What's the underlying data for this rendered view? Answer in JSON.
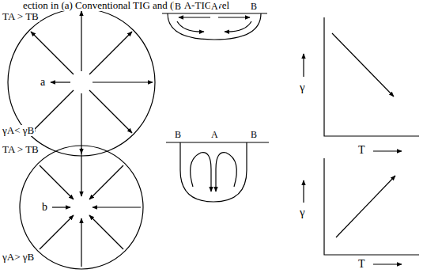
{
  "diagram": {
    "title": "ection in (a) Conventional TIG and (b) A-TIG wel",
    "labels": [
      "TA > TB",
      "a",
      "γA< γB",
      "B",
      "A",
      "B",
      "γ",
      "T",
      "TA > TB",
      "b",
      "γA> γB",
      "B",
      "A",
      "B",
      "γ",
      "T"
    ]
  }
}
